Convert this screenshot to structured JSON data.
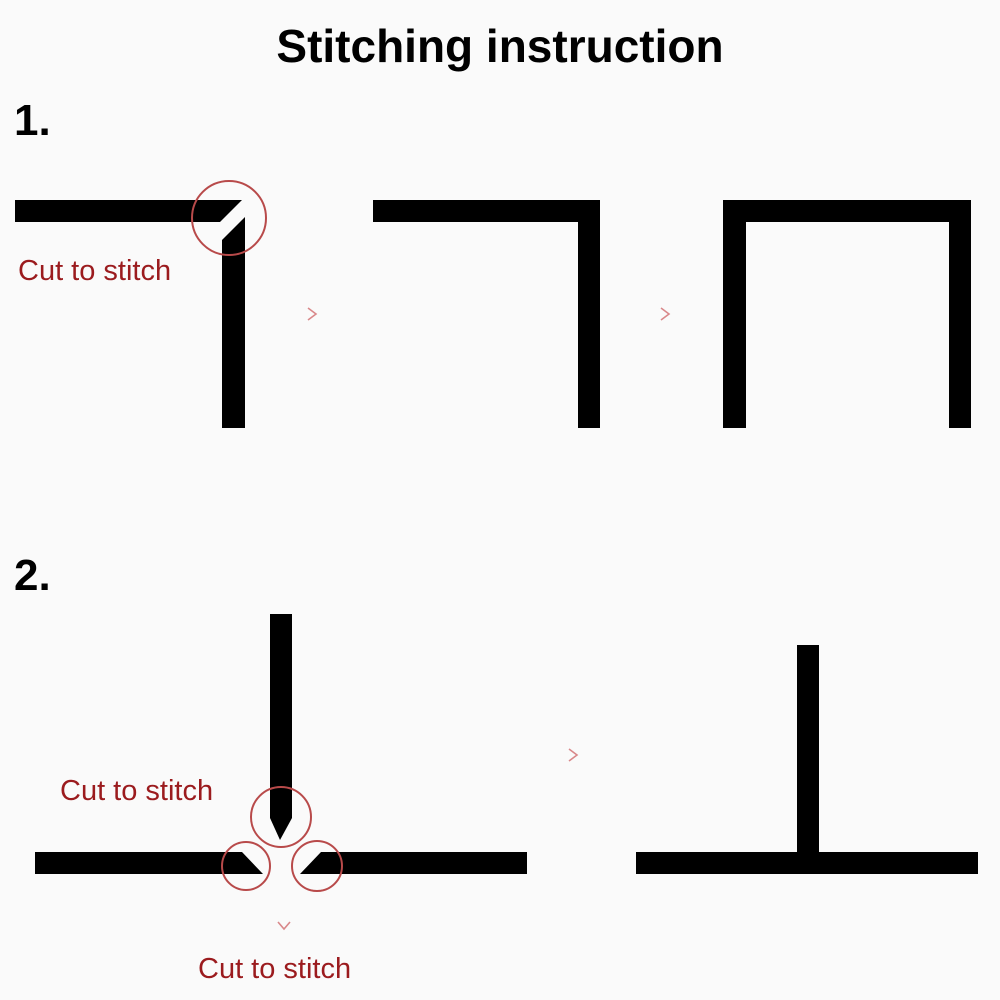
{
  "title": "Stitching instruction",
  "steps": [
    {
      "number": "1.",
      "label": "Cut to stitch"
    },
    {
      "number": "2.",
      "labels": [
        "Cut to stitch",
        "Cut to stitch"
      ]
    }
  ],
  "colors": {
    "bar": "#000000",
    "label": "#9b1b1e",
    "ring": "#b84a4a",
    "arrow": "#d9888a",
    "background": "#fafafa"
  }
}
